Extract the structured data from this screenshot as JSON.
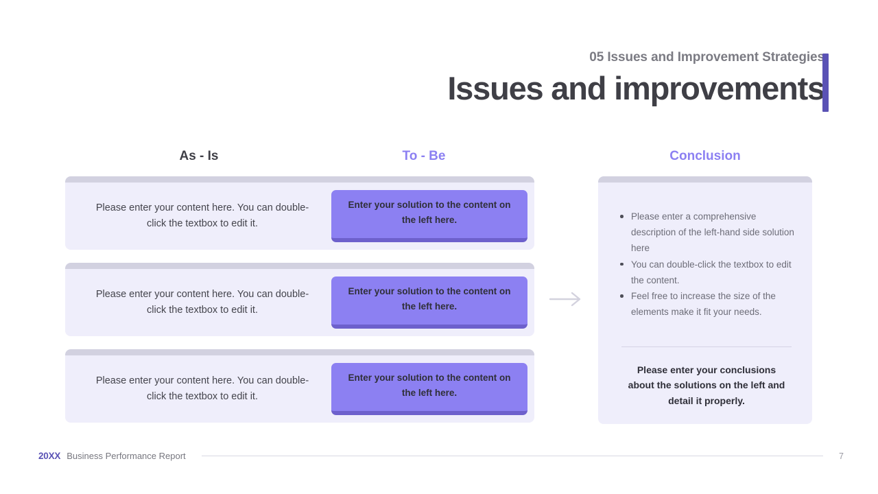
{
  "header": {
    "eyebrow": "05 Issues and Improvement Strategies",
    "title": "Issues and improvements",
    "accent_color": "#5a52b5"
  },
  "columns": {
    "as_is_label": "As - Is",
    "to_be_label": "To - Be",
    "conclusion_label": "Conclusion",
    "to_be_color": "#8c80f2",
    "conclusion_color": "#8c80f2"
  },
  "rows": [
    {
      "as_is_text": "Please enter your content here. You can double-click the textbox to edit it.",
      "to_be_text": "Enter your solution to the content on the left here."
    },
    {
      "as_is_text": "Please enter your content here. You can double-click the textbox to edit it.",
      "to_be_text": "Enter your solution to the content on the left here."
    },
    {
      "as_is_text": "Please enter your content here. You can double-click the textbox to edit it.",
      "to_be_text": "Enter your solution to the content on the left here."
    }
  ],
  "arrow": {
    "icon": "arrow-right-icon"
  },
  "conclusion": {
    "bullets": [
      "Please enter a comprehensive description of the left-hand side solution here",
      "You can double-click the textbox to edit the content.",
      "Feel free to increase the size of the elements make it fit your needs."
    ],
    "note": "Please enter your conclusions about the solutions on the left and detail it properly."
  },
  "footer": {
    "year": "20XX",
    "label": "Business Performance Report",
    "page": "7"
  },
  "theme": {
    "card_bg": "#efeefb",
    "card_topbar": "#d2d1e0",
    "button_bg": "#8c80f2",
    "button_shadow": "#6d60cc"
  }
}
